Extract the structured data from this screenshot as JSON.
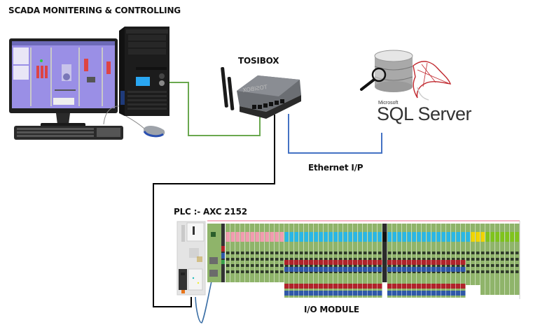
{
  "diagram": {
    "title": "SCADA MONITERING & CONTROLLING",
    "nodes": {
      "scada": {
        "label": "SCADA MONITERING & CONTROLLING",
        "icon": "desktop-computer-icon"
      },
      "tosibox": {
        "label": "TOSIBOX",
        "icon": "router-icon",
        "device_text": "TOSIBOX"
      },
      "sql": {
        "vendor": "Microsoft",
        "trademark": "®",
        "name": "SQL Server",
        "icon": "database-icon"
      },
      "plc": {
        "label": "PLC :- AXC 2152",
        "icon": "plc-controller-icon"
      },
      "io": {
        "label": "I/O MODULE",
        "icon": "io-terminal-icon"
      }
    },
    "connections": [
      {
        "from": "scada",
        "to": "tosibox",
        "color": "#6aa84f",
        "label": ""
      },
      {
        "from": "tosibox",
        "to": "sql",
        "color": "#4472c4",
        "label": "Ethernet I/P"
      },
      {
        "from": "tosibox",
        "to": "plc",
        "color": "#000000",
        "label": ""
      },
      {
        "from": "plc",
        "to": "io",
        "color": "#3a6ea5",
        "label": ""
      }
    ],
    "ethernet_label": "Ethernet I/P"
  },
  "colors": {
    "green_link": "#6aa84f",
    "blue_link": "#4472c4",
    "black_link": "#000000",
    "io_green": "#8fb46a",
    "io_pink": "#f19bb0",
    "io_cyan": "#29b6e6",
    "io_red": "#b0232a",
    "io_blue": "#2f58a8",
    "io_yellow": "#f2d400",
    "io_lime": "#7fc31c",
    "scada_screen": "#9a8fe6",
    "sql_red": "#c0272d"
  }
}
